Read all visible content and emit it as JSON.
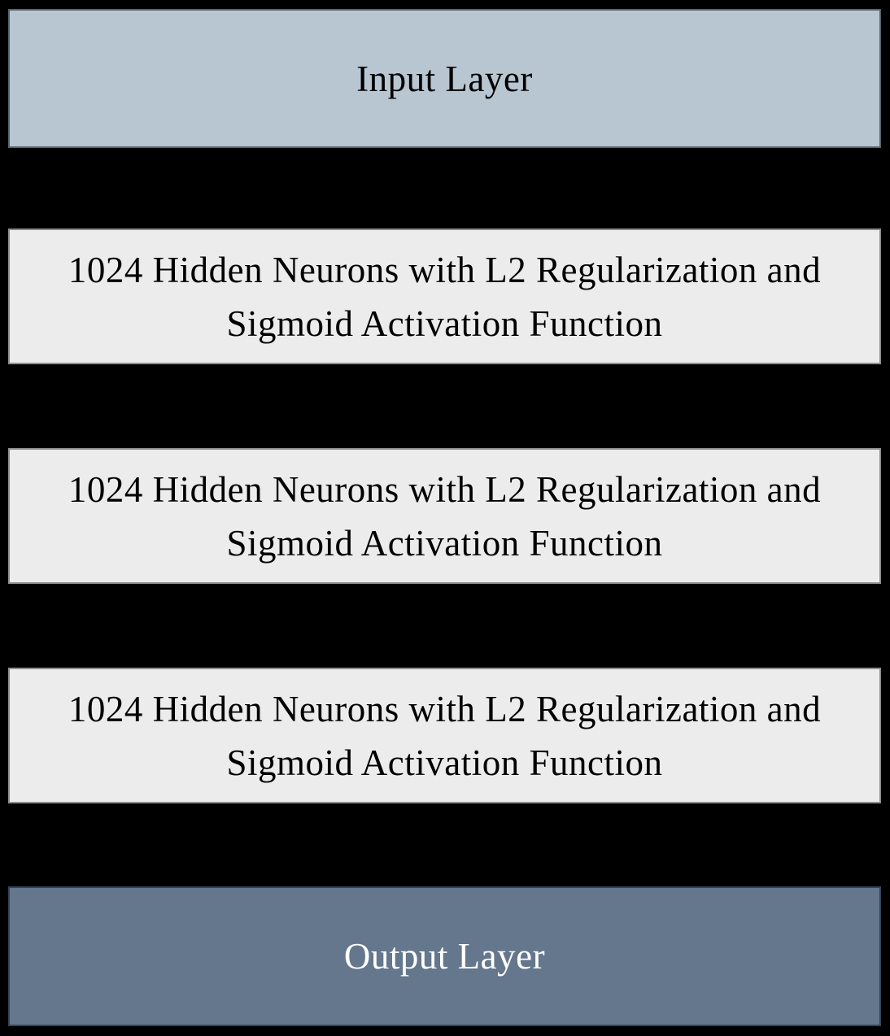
{
  "diagram": {
    "layers": [
      {
        "id": "input",
        "label": "Input Layer",
        "bg": "#b8c6d2",
        "text_color": "#000000"
      },
      {
        "id": "hidden-1",
        "label": "1024 Hidden Neurons with L2 Regularization and Sigmoid Activation Function",
        "bg": "#ececec",
        "text_color": "#000000"
      },
      {
        "id": "hidden-2",
        "label": "1024 Hidden Neurons with L2 Regularization and Sigmoid Activation Function",
        "bg": "#ececec",
        "text_color": "#000000"
      },
      {
        "id": "hidden-3",
        "label": "1024 Hidden Neurons with L2 Regularization and Sigmoid Activation Function",
        "bg": "#ececec",
        "text_color": "#000000"
      },
      {
        "id": "output",
        "label": "Output Layer",
        "bg": "#64778c",
        "text_color": "#ffffff"
      }
    ],
    "background_color": "#000000"
  }
}
